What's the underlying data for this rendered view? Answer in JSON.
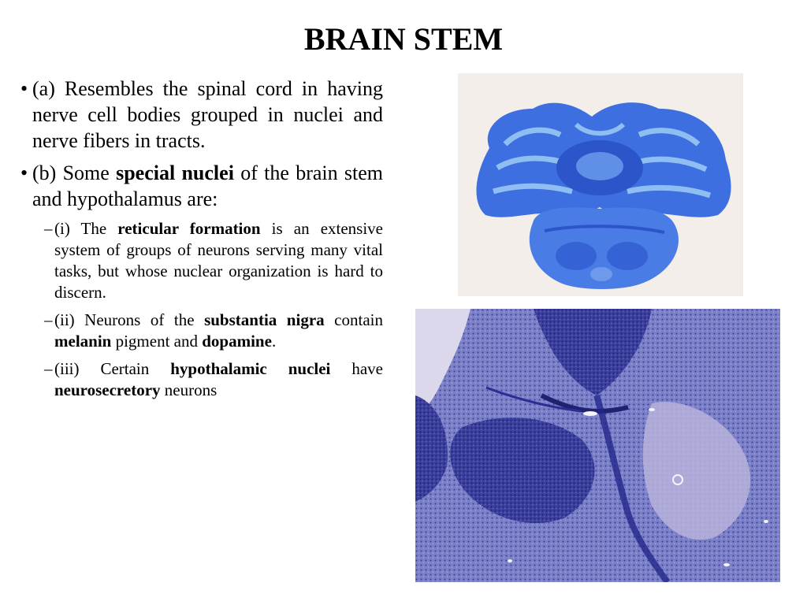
{
  "slide": {
    "title": "BRAIN STEM",
    "bullets": [
      {
        "marker": "•",
        "text": "(a) Resembles the spinal cord in having nerve cell bodies grouped in nuclei and nerve fibers in tracts."
      },
      {
        "marker": "•",
        "t1": "(b) Some ",
        "b1": "special nuclei",
        "t2": " of the brain stem and hypothalamus are:"
      }
    ],
    "subbullets": [
      {
        "marker": "–",
        "t1": "(i) The ",
        "b1": "reticular formation",
        "t2": " is an extensive system of groups of neurons serving many vital tasks, but whose nuclear organization is hard to discern."
      },
      {
        "marker": "–",
        "t1": "(ii) Neurons of the ",
        "b1": "substantia nigra",
        "t2": " contain ",
        "b2": "melanin",
        "t3": " pigment and ",
        "b3": "dopamine",
        "t4": "."
      },
      {
        "marker": "–",
        "t1": "(iii) Certain ",
        "b1": "hypothalamic nuclei",
        "t2": " have ",
        "b2": "neurosecretory",
        "t3": " neurons"
      }
    ]
  },
  "colors": {
    "stain_blue": "#3d6fe0",
    "stain_light": "#7fb0ee",
    "stain_dark": "#2244b8",
    "micro_base": "#7f84c9",
    "micro_dark": "#2c2f8e",
    "micro_pale": "#c9c3e2"
  }
}
